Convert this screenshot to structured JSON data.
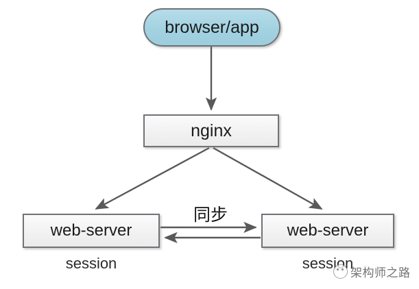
{
  "diagram": {
    "title": "session synchronization architecture",
    "background_color": "#ffffff",
    "nodes": [
      {
        "id": "browser",
        "label": "browser/app",
        "shape": "rounded-pill",
        "fill_color": "#a3d2e1",
        "border_color": "#6f7276"
      },
      {
        "id": "nginx",
        "label": "nginx",
        "shape": "rectangle",
        "fill_color": "#f1f1f1",
        "border_color": "#6f7276"
      },
      {
        "id": "web-server-left",
        "label": "web-server",
        "shape": "rectangle",
        "fill_color": "#f1f1f1",
        "border_color": "#6f7276"
      },
      {
        "id": "web-server-right",
        "label": "web-server",
        "shape": "rectangle",
        "fill_color": "#f1f1f1",
        "border_color": "#6f7276"
      }
    ],
    "captions": {
      "session_left": "session",
      "session_right": "session"
    },
    "edges": [
      {
        "id": "browser-to-nginx",
        "from": "browser",
        "to": "nginx",
        "label": "",
        "direction": "down"
      },
      {
        "id": "nginx-to-web-left",
        "from": "nginx",
        "to": "web-server-left",
        "label": "",
        "direction": "down-left"
      },
      {
        "id": "nginx-to-web-right",
        "from": "nginx",
        "to": "web-server-right",
        "label": "",
        "direction": "down-right"
      },
      {
        "id": "sync-left-to-right",
        "from": "web-server-left",
        "to": "web-server-right",
        "label": "同步",
        "direction": "right"
      },
      {
        "id": "sync-right-to-left",
        "from": "web-server-right",
        "to": "web-server-left",
        "label": "",
        "direction": "left"
      }
    ],
    "edge_color": "#595959",
    "watermark": {
      "text": "架构师之路",
      "logo": "circle-logo-icon"
    }
  }
}
